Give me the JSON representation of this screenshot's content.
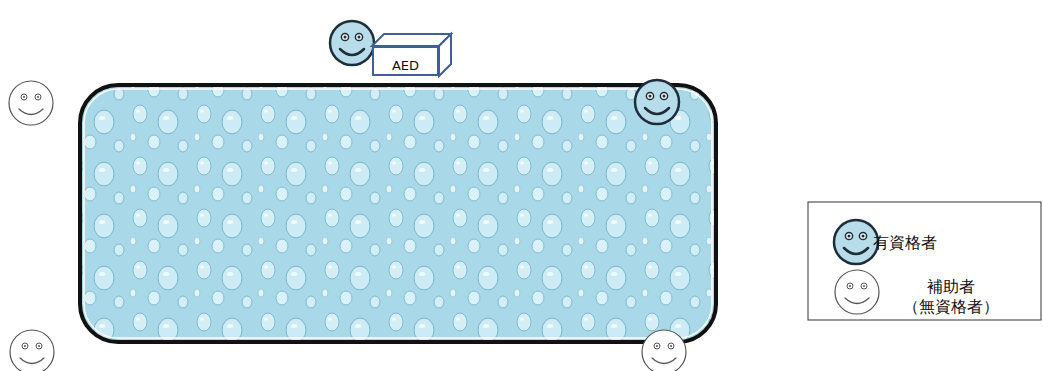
{
  "diagram": {
    "nodes": [
      {
        "text": [
          "AED"
        ]
      }
    ],
    "legend": [
      {
        "text": "有資格者"
      },
      {
        "text": "補助者 （無資格者）"
      }
    ]
  }
}
